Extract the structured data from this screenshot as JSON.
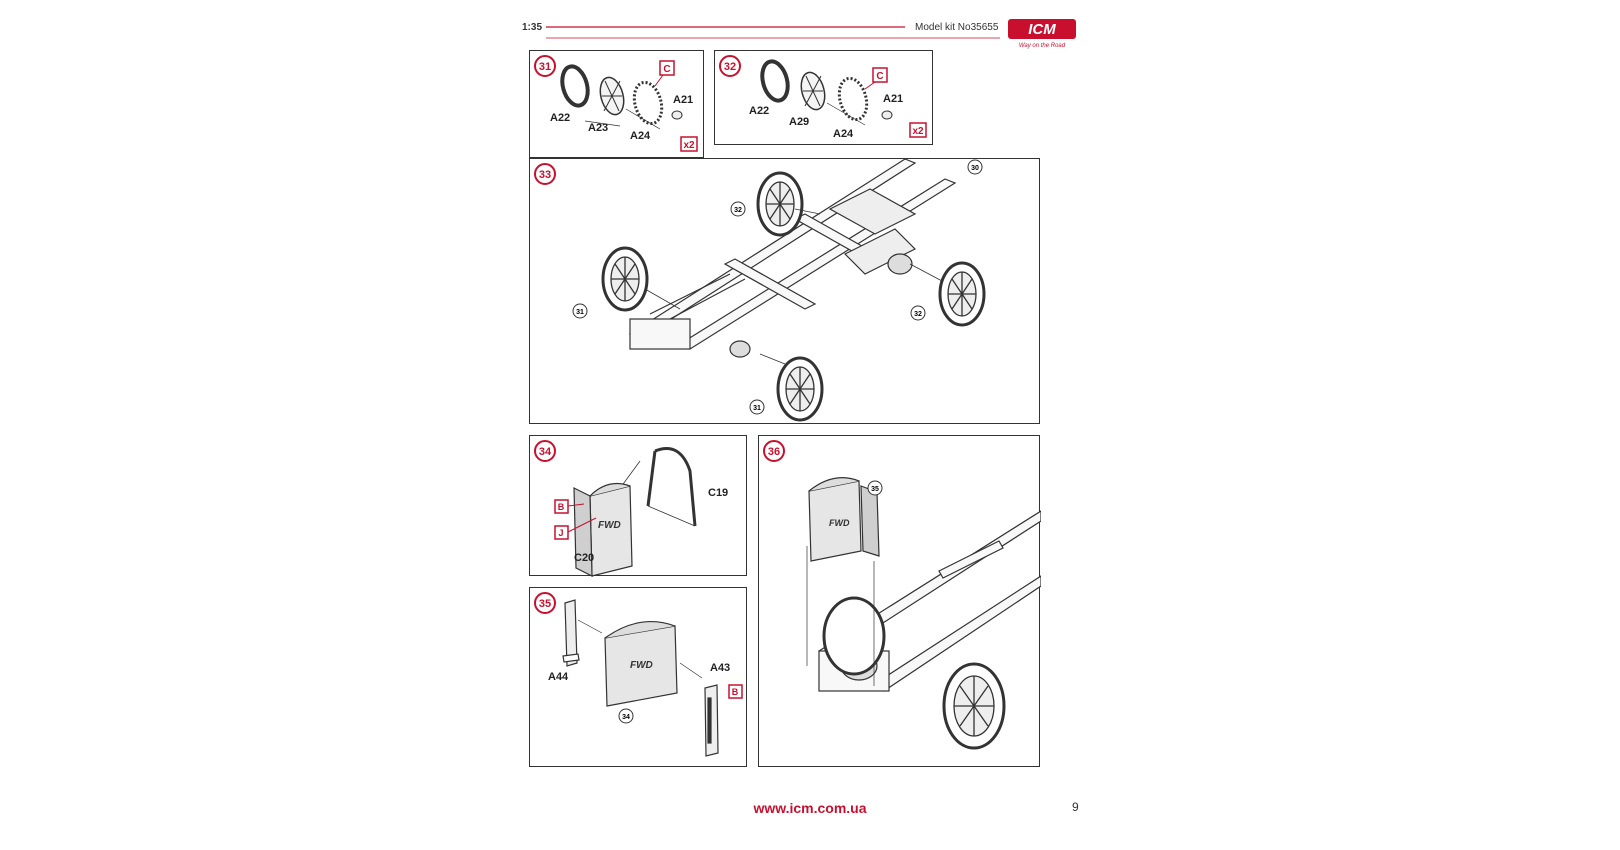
{
  "header": {
    "scale": "1:35",
    "model_kit": "Model kit No35655",
    "logo_text": "ICM",
    "logo_tagline": "Way on the Road"
  },
  "steps": {
    "s31": {
      "number": "31",
      "parts": [
        "C",
        "A21",
        "A22",
        "A23",
        "A24"
      ],
      "multiplier": "x2"
    },
    "s32": {
      "number": "32",
      "parts": [
        "C",
        "A21",
        "A22",
        "A29",
        "A24"
      ],
      "multiplier": "x2"
    },
    "s33": {
      "number": "33",
      "refs": [
        "30",
        "32",
        "31",
        "32",
        "31"
      ]
    },
    "s34": {
      "number": "34",
      "parts": [
        "B",
        "J",
        "C19",
        "C20"
      ],
      "emblem": "FWD"
    },
    "s35": {
      "number": "35",
      "parts": [
        "A44",
        "A43",
        "B"
      ],
      "refs": [
        "34"
      ]
    },
    "s36": {
      "number": "36",
      "refs": [
        "35"
      ]
    }
  },
  "colors": {
    "accent": "#c8102e",
    "line": "#333333"
  },
  "footer": {
    "url": "www.icm.com.ua",
    "page": "9"
  }
}
